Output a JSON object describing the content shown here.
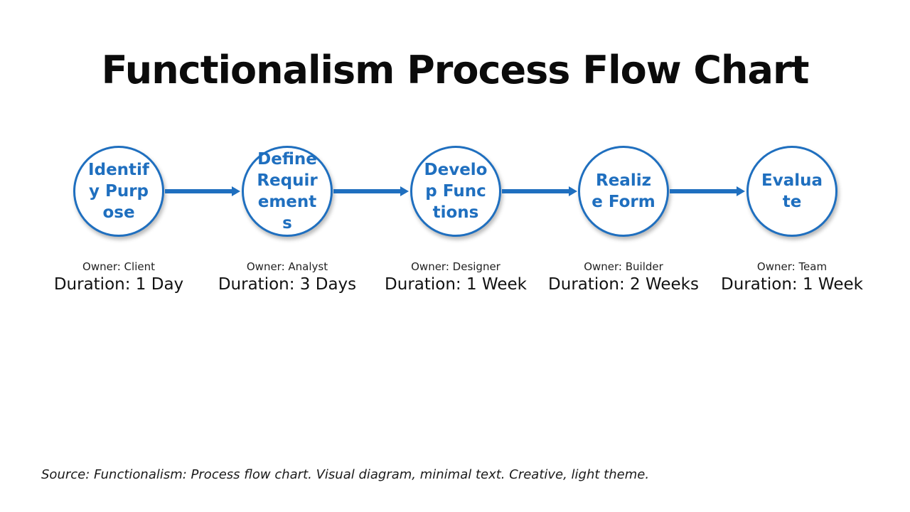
{
  "title": "Functionalism Process Flow Chart",
  "accent_color": "#1f6fbf",
  "steps": [
    {
      "label": "Identify Purpose",
      "owner": "Owner: Client",
      "duration": "Duration: 1 Day"
    },
    {
      "label": "Define Requirements",
      "owner": "Owner: Analyst",
      "duration": "Duration: 3 Days"
    },
    {
      "label": "Develop Functions",
      "owner": "Owner: Designer",
      "duration": "Duration: 1 Week"
    },
    {
      "label": "Realize Form",
      "owner": "Owner: Builder",
      "duration": "Duration: 2 Weeks"
    },
    {
      "label": "Evaluate",
      "owner": "Owner: Team",
      "duration": "Duration: 1 Week"
    }
  ],
  "source": "Source: Functionalism: Process flow chart. Visual diagram, minimal text. Creative, light theme."
}
